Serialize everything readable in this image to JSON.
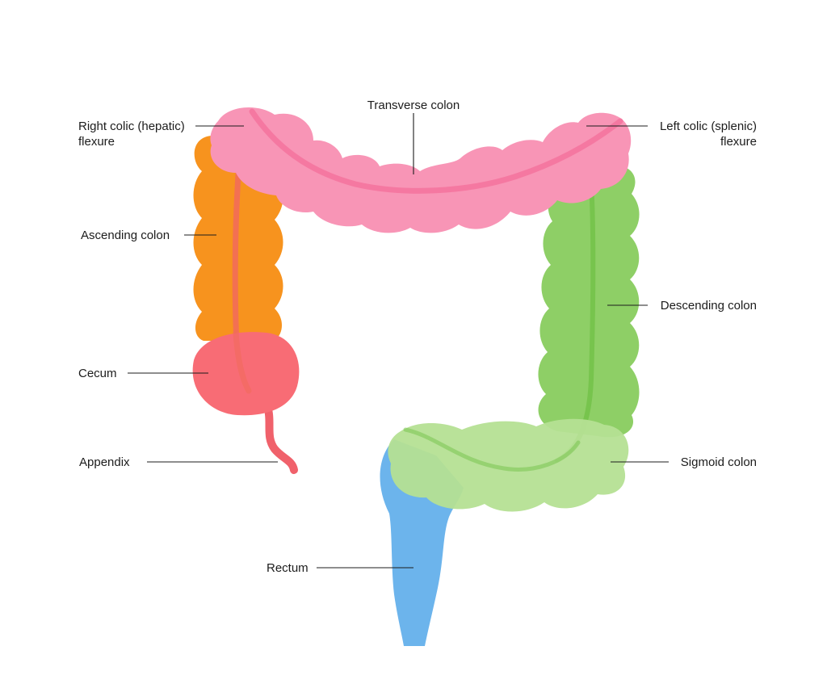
{
  "colors": {
    "ascending": "#f7931e",
    "cecum": "#f86c75",
    "appendix": "#f0616b",
    "transverse": "#f895b6",
    "transverse_core": "#f5739d",
    "descending": "#8ecf66",
    "descending_core": "#74c24a",
    "sigmoid": "#b5e093",
    "rectum": "#6cb4ec",
    "ascending_core": "#f26a5c"
  },
  "labels": {
    "transverse_colon": "Transverse colon",
    "right_flexure_line1": "Right colic (hepatic)",
    "right_flexure_line2": "flexure",
    "left_flexure_line1": "Left colic (splenic)",
    "left_flexure_line2": "flexure",
    "ascending_colon": "Ascending colon",
    "descending_colon": "Descending colon",
    "cecum": "Cecum",
    "appendix": "Appendix",
    "sigmoid_colon": "Sigmoid colon",
    "rectum": "Rectum"
  }
}
